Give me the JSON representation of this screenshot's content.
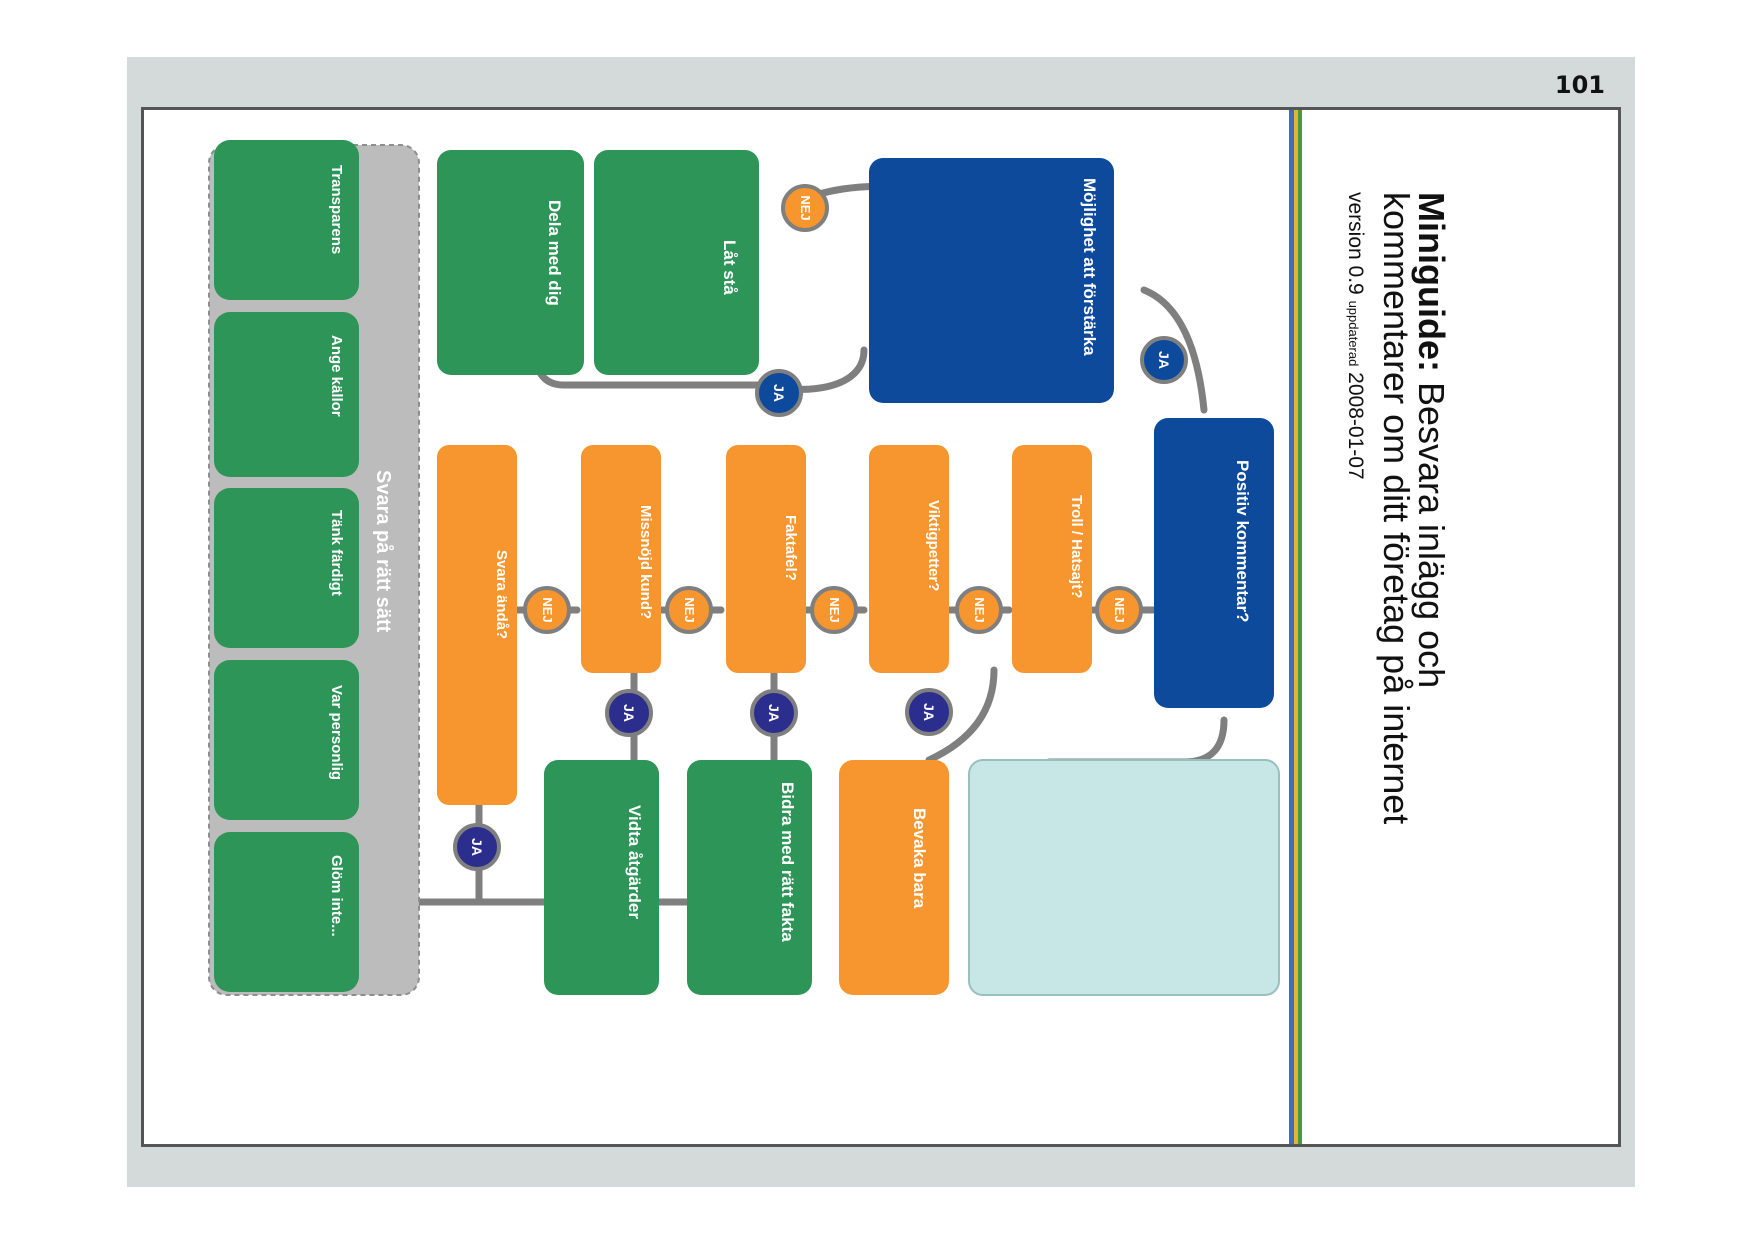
{
  "page_number": "101",
  "title": {
    "brand": "Miniguide:",
    "line1_rest": " Besvara inlägg och",
    "line2": "kommentarer om ditt företag på internet",
    "version_prefix": "version 0.9 ",
    "version_small": "uppdaterad",
    "version_date": " 2008-01-07"
  },
  "labels": {
    "yes": "JA",
    "no": "NEJ"
  },
  "decisions": [
    {
      "id": "positiv",
      "title": "Positiv kommentar?"
    },
    {
      "id": "mojlighet",
      "title": "Möjlighet att förstärka"
    },
    {
      "id": "troll",
      "title": "Troll / Hatsajt?"
    },
    {
      "id": "viktigpetter",
      "title": "Viktigpetter?"
    },
    {
      "id": "faktafel",
      "title": "Faktafel?"
    },
    {
      "id": "missnojd",
      "title": "Missnöjd kund?"
    },
    {
      "id": "svara-anda",
      "title": "Svara ändå?"
    }
  ],
  "actions": [
    {
      "id": "lat-sta",
      "title": "Låt stå"
    },
    {
      "id": "dela",
      "title": "Dela med dig"
    },
    {
      "id": "bevaka",
      "title": "Bevaka bara"
    },
    {
      "id": "bidra",
      "title": "Bidra med rätt fakta"
    },
    {
      "id": "vidta",
      "title": "Vidta åtgärder"
    }
  ],
  "respond_section": {
    "label": "Svara på rätt sätt",
    "tips": [
      {
        "id": "transparens",
        "title": "Transparens"
      },
      {
        "id": "ange-kallor",
        "title": "Ange källor"
      },
      {
        "id": "tank-fardigt",
        "title": "Tänk färdigt"
      },
      {
        "id": "var-personlig",
        "title": "Var personlig"
      },
      {
        "id": "glom-inte",
        "title": "Glöm inte..."
      }
    ]
  },
  "colors": {
    "blue": "#0e4a9c",
    "green": "#2e9559",
    "orange": "#f7962e",
    "navy_badge": "#2c2e8e",
    "info_bg": "#c7e6e6",
    "connector": "#7f7f7f",
    "gray_panel": "#bcbcbc"
  }
}
